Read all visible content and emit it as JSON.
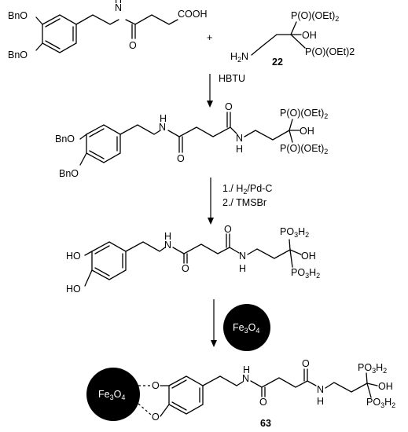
{
  "labels": {
    "bno": "BnO",
    "ho": "HO",
    "o": "O",
    "h": "H",
    "n": "N",
    "oh": "OH",
    "cooh": "COOH",
    "h2n": "H",
    "h2n_sub": "2",
    "h2n_n": "N",
    "p_prefix": "P(O)(OEt)",
    "p_sub": "2",
    "p_alt_suffix": "2",
    "po3": "PO",
    "po3_sub": "3",
    "po3_h": "H",
    "po3_h_sub": "2",
    "plus": "+",
    "fe": "Fe",
    "fe_3": "3",
    "fe_o": "O",
    "fe_4": "4"
  },
  "compounds": {
    "c22": "22",
    "c63": "63"
  },
  "steps": {
    "step1": "HBTU",
    "step2_line1_a": "1./ H",
    "step2_line1_sub": "2",
    "step2_line1_b": "/Pd-C",
    "step2_line2": "2./ TMSBr"
  }
}
